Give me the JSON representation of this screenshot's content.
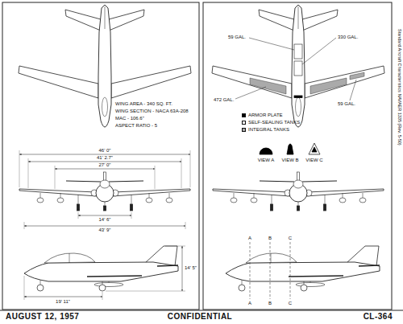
{
  "diagram": {
    "labels": [
      "WING AREA - 340 SQ. FT.",
      "WING SECTION - NACA 63A-208",
      "MAC - 106.6\"",
      "ASPECT RATIO - 5",
      "46' 0\"",
      "41' 2.7\"",
      "27' 0\"",
      "14' 6\"",
      "43' 9\"",
      "14' 5\"",
      "19' 11\"",
      "59 GAL.",
      "330 GAL.",
      "472 GAL.",
      "59 GAL.",
      "VIEW A",
      "VIEW B",
      "VIEW C",
      "A",
      "B",
      "C",
      "A",
      "B",
      "C",
      "AUGUST 12, 1957",
      "CONFIDENTIAL",
      "CL-364",
      "Standard Aircraft Characteristics NAVAER 1335 (Rev. 5-50)"
    ],
    "legend": [
      {
        "text": "ARMOR PLATE",
        "color": "#000000"
      },
      {
        "text": "SELF-SEALING TANKS"
      },
      {
        "text": "INTEGRAL TANKS",
        "color": "#aaaaaa"
      }
    ]
  }
}
